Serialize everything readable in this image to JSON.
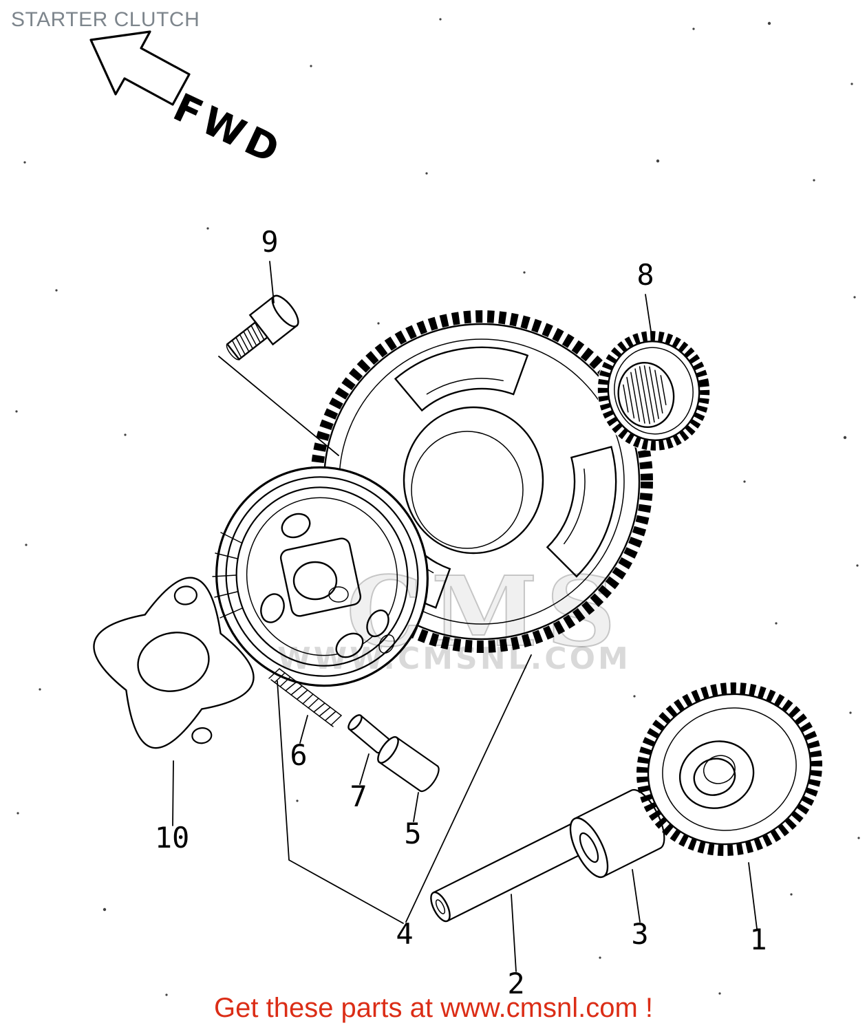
{
  "page": {
    "title": "STARTER CLUTCH",
    "fwd_label": "FWD",
    "footer_text": "Get these parts at www.cmsnl.com !"
  },
  "watermark": {
    "brand": "CMS",
    "site": "WWW.CMSNL.COM"
  },
  "colors": {
    "title": "#7d858c",
    "footer": "#db2d16",
    "line": "#000000",
    "paper": "#ffffff"
  },
  "part_labels": {
    "p1": "1",
    "p2": "2",
    "p3": "3",
    "p4": "4",
    "p5": "5",
    "p6": "6",
    "p7": "7",
    "p8": "8",
    "p9": "9",
    "p10": "10"
  }
}
